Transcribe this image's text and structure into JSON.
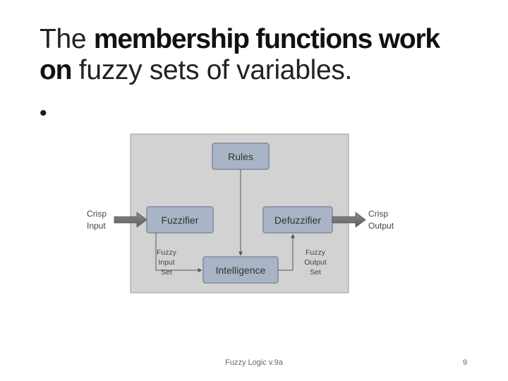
{
  "title": {
    "part1": "The ",
    "part2": "membership functions work on",
    "part3": " fuzzy sets of variables."
  },
  "bullet": "•",
  "diagram": {
    "rules": "Rules",
    "fuzzifier": "Fuzzifier",
    "defuzzifier": "Defuzzifier",
    "intelligence": "Intelligence",
    "crisp_input": [
      "Crisp",
      "Input"
    ],
    "crisp_output": [
      "Crisp",
      "Output"
    ],
    "fuzzy_input_set": [
      "Fuzzy",
      "Input",
      "Set"
    ],
    "fuzzy_output_set": [
      "Fuzzy",
      "Output",
      "Set"
    ]
  },
  "footer": "Fuzzy Logic v.9a",
  "page_number": "9",
  "colors": {
    "panel": "#cfcfcf",
    "box": "#a9b4c6",
    "box_border": "#7f8aa0",
    "arrow": "#6e6e6e"
  }
}
